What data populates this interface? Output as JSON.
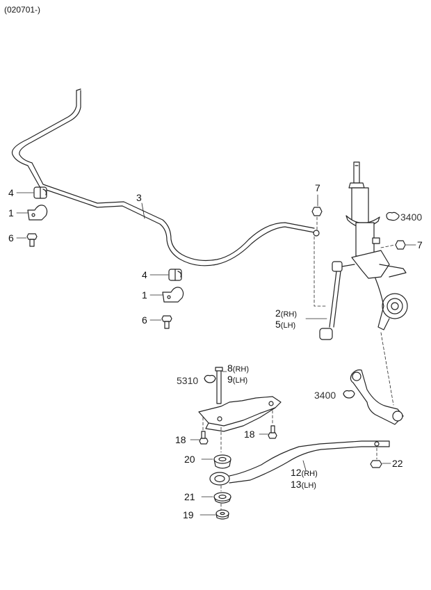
{
  "header": {
    "date_code": "(020701-)"
  },
  "callouts": {
    "c1a": "1",
    "c1b": "1",
    "c2": "2",
    "c2_side": "(RH)",
    "c3": "3",
    "c4a": "4",
    "c4b": "4",
    "c5": "5",
    "c5_side": "(LH)",
    "c6a": "6",
    "c6b": "6",
    "c7a": "7",
    "c7b": "7",
    "c8": "8",
    "c8_side": "(RH)",
    "c9": "9",
    "c9_side": "(LH)",
    "c12": "12",
    "c12_side": "(RH)",
    "c13": "13",
    "c13_side": "(LH)",
    "c18a": "18",
    "c18b": "18",
    "c19": "19",
    "c20": "20",
    "c21": "21",
    "c22": "22",
    "ref3400a": "3400",
    "ref3400b": "3400",
    "ref5310": "5310"
  },
  "colors": {
    "line": "#222222",
    "fill": "#ffffff",
    "shade": "#d9d9d9"
  }
}
